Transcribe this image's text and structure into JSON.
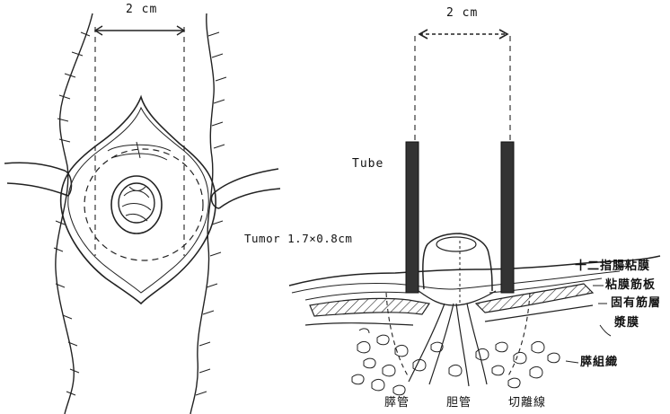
{
  "left_panel": {
    "width_label": "2 cm"
  },
  "right_panel": {
    "width_label": "2 cm",
    "tube_label": "Tube",
    "tumor_label": "Tumor 1.7×0.8cm",
    "layers": {
      "duodenal_mucosa": "十二指腸粘膜",
      "muscularis_mucosae": "粘膜筋板",
      "muscularis_propria": "固有筋層",
      "serosa": "漿膜",
      "pancreatic_tissue": "膵組織"
    },
    "bottom_labels": {
      "pancreatic_duct": "膵管",
      "bile_duct": "胆管",
      "resection_line": "切離線"
    }
  }
}
